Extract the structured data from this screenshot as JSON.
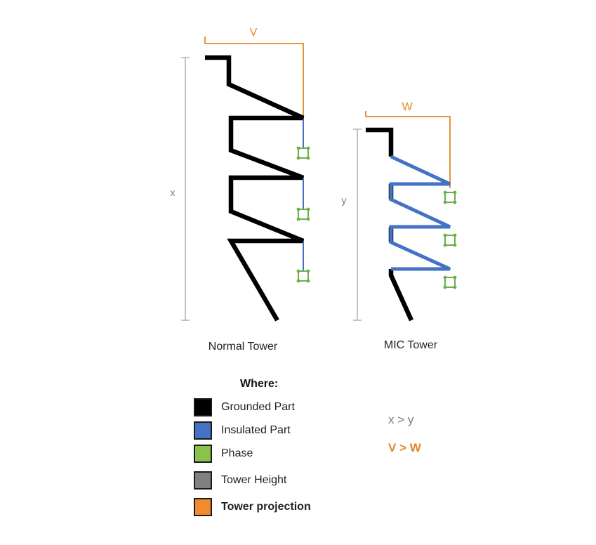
{
  "towers": {
    "normal": {
      "caption": "Normal Tower",
      "height_label": "x",
      "projection_label": "V"
    },
    "mic": {
      "caption": "MIC Tower",
      "height_label": "y",
      "projection_label": "W"
    }
  },
  "legend": {
    "title": "Where:",
    "items": [
      {
        "label": "Grounded Part",
        "color": "#000000",
        "emphasis": false
      },
      {
        "label": "Insulated Part",
        "color": "#4472c4",
        "emphasis": false
      },
      {
        "label": "Phase",
        "color": "#8bc34a",
        "emphasis": false
      },
      {
        "label": "Tower Height",
        "color": "#808080",
        "emphasis": false
      },
      {
        "label": "Tower projection",
        "color": "#f28b30",
        "emphasis": true
      }
    ]
  },
  "relations": {
    "height": "x > y",
    "projection": "V > W"
  },
  "colors": {
    "grounded": "#000000",
    "insulated": "#4472c4",
    "phase": "#6ab04c",
    "height_dimension": "#b0b0b0",
    "projection_dimension": "#e0882a"
  }
}
